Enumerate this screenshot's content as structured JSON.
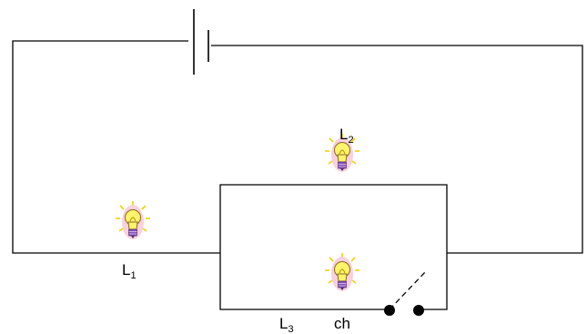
{
  "labels": {
    "l1": {
      "letter": "L",
      "sub": "1"
    },
    "l2": {
      "letter": "L",
      "sub": "2"
    },
    "l3": {
      "letter": "L",
      "sub": "3"
    },
    "switch": "ch"
  },
  "components": {
    "battery": "battery-icon",
    "bulb": "lightbulb-icon",
    "switch": "open-switch-icon"
  },
  "colors": {
    "wire": "#000000",
    "bulb_glass": "#fff46a",
    "bulb_glow": "#f7c9d6",
    "bulb_base": "#8a55b5"
  }
}
